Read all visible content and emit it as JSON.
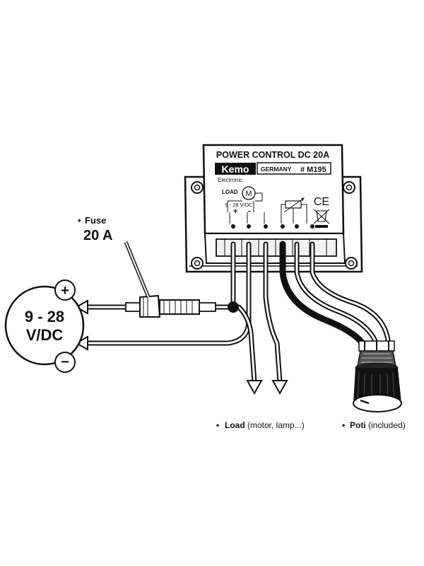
{
  "module": {
    "title": "POWER CONTROL DC 20A",
    "brand": "Kemo",
    "brand_sub": "Electronic",
    "origin": "GERMANY",
    "model": "# M195",
    "load_label": "LOAD",
    "motor_symbol": "M",
    "voltage_small": "9 - 28 V/DC",
    "plus": "+",
    "minus": "-",
    "ce_mark": "CE"
  },
  "fuse": {
    "label": "Fuse",
    "rating": "20 A"
  },
  "supply": {
    "voltage_line1": "9 - 28",
    "voltage_line2": "V/DC",
    "positive": "+",
    "negative": "−"
  },
  "captions": {
    "load_bold": "Load",
    "load_rest": " (motor, lamp...)",
    "poti_bold": "Poti",
    "poti_rest": " (included)"
  }
}
